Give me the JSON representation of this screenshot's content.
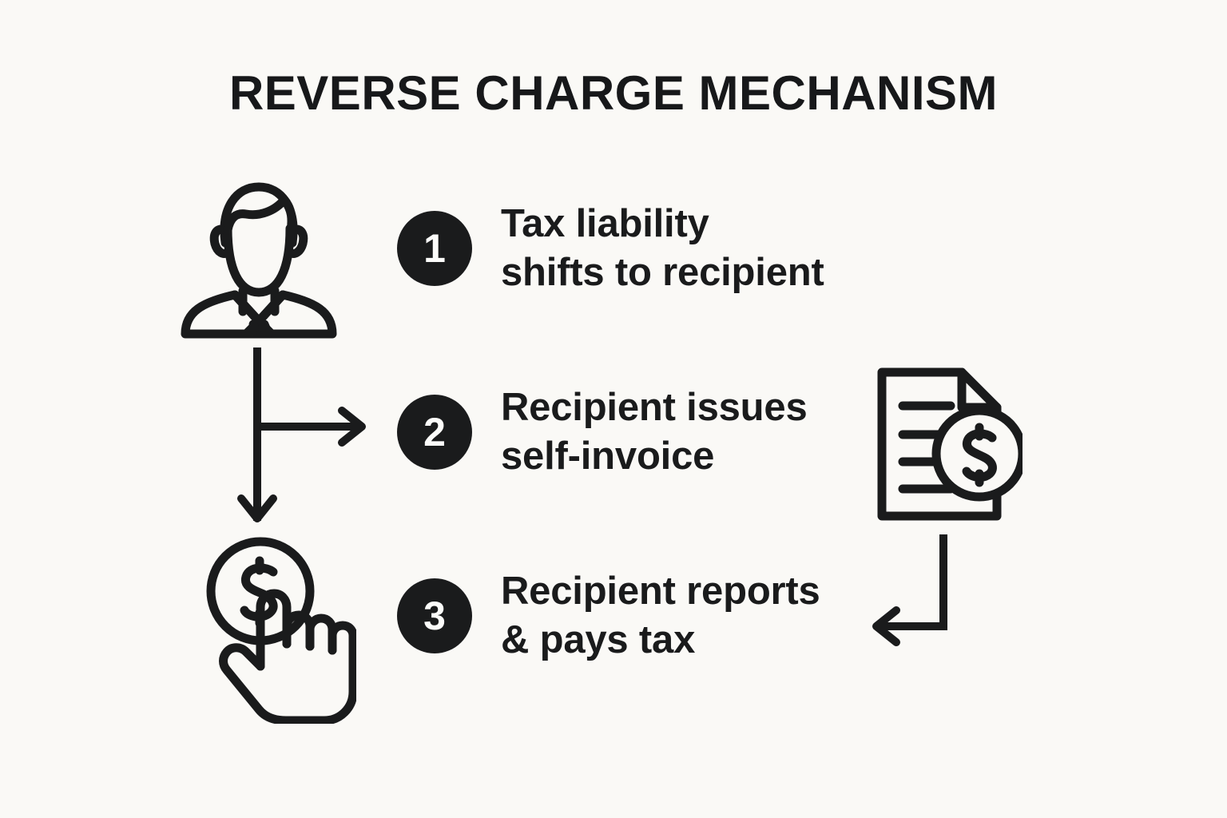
{
  "page": {
    "title": "REVERSE CHARGE MECHANISM",
    "background_color": "#faf9f6",
    "ink_color": "#1a1b1c",
    "badge_color": "#1a1b1c",
    "badge_text_color": "#fcfcfa"
  },
  "steps": [
    {
      "number": "1",
      "text": "Tax liability\nshifts to recipient",
      "line1": "Tax liability",
      "line2": "shifts to recipient"
    },
    {
      "number": "2",
      "text": "Recipient issues\nself-invoice",
      "line1": "Recipient issues",
      "line2": "self-invoice"
    },
    {
      "number": "3",
      "text": "Recipient reports\n& pays tax",
      "line1": "Recipient reports",
      "line2": "& pays tax"
    }
  ],
  "icons": [
    {
      "name": "person-businessman-icon",
      "description": "Line-art bust of a businessman wearing a collared shirt and tie"
    },
    {
      "name": "flow-arrow-icon",
      "description": "Vertical arrow pointing down with a branch arrow pointing right"
    },
    {
      "name": "hand-pay-dollar-icon",
      "description": "Pointing hand touching a coin marked with a dollar sign"
    },
    {
      "name": "invoice-dollar-icon",
      "description": "Document with folded corner, four text lines and a dollar coin badge"
    },
    {
      "name": "elbow-arrow-left-icon",
      "description": "Elbow arrow travelling down then turning left"
    }
  ],
  "glyphs": {
    "dollar_sign": "$"
  }
}
